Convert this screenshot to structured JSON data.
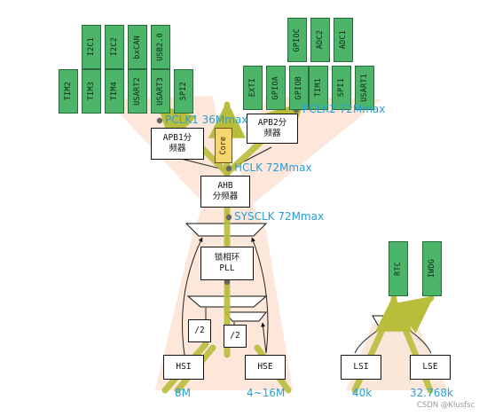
{
  "apb1_peripherals": {
    "top_row": [
      "I2C1",
      "I2C2",
      "bxCAN",
      "USB2.0"
    ],
    "bottom_row": [
      "TIM2",
      "TIM3",
      "TIM4",
      "USART2",
      "USART3",
      "SPI2"
    ]
  },
  "apb2_peripherals": {
    "top_row": [
      "GPIOC",
      "ADC2",
      "ADC1"
    ],
    "bottom_row": [
      "EXTI",
      "GPIOA",
      "GPIOB",
      "TIM1",
      "SPI1",
      "USART1"
    ]
  },
  "rtc_iwdg": [
    "RTC",
    "IWDG"
  ],
  "blocks": {
    "apb1": "APB1分\n频器",
    "apb2": "APB2分\n频器",
    "core": "Core",
    "ahb": "AHB\n分频器",
    "pll": "锁相环\nPLL",
    "div2_hsi": "/2",
    "div2_hse": "/2",
    "hsi": "HSI",
    "hse": "HSE",
    "lsi": "LSI",
    "lse": "LSE"
  },
  "clock_labels": {
    "pclk1": "PCLK1 36Mmax",
    "pclk2": "PCLK2 72Mmax",
    "hclk": "HCLK 72Mmax",
    "sysclk": "SYSCLK 72Mmax"
  },
  "source_freqs": {
    "hsi": "8M",
    "hse": "4~16M",
    "lsi": "40k",
    "lse": "32.768k"
  },
  "watermark": "CSDN @Klusfsc",
  "colors": {
    "peripheral_fill": "#4db56a",
    "core_fill": "#f6d46e",
    "label_blue": "#2a9fd6",
    "arrow_olive": "#b9bd3c",
    "glow_peach": "#fbe3d3"
  }
}
